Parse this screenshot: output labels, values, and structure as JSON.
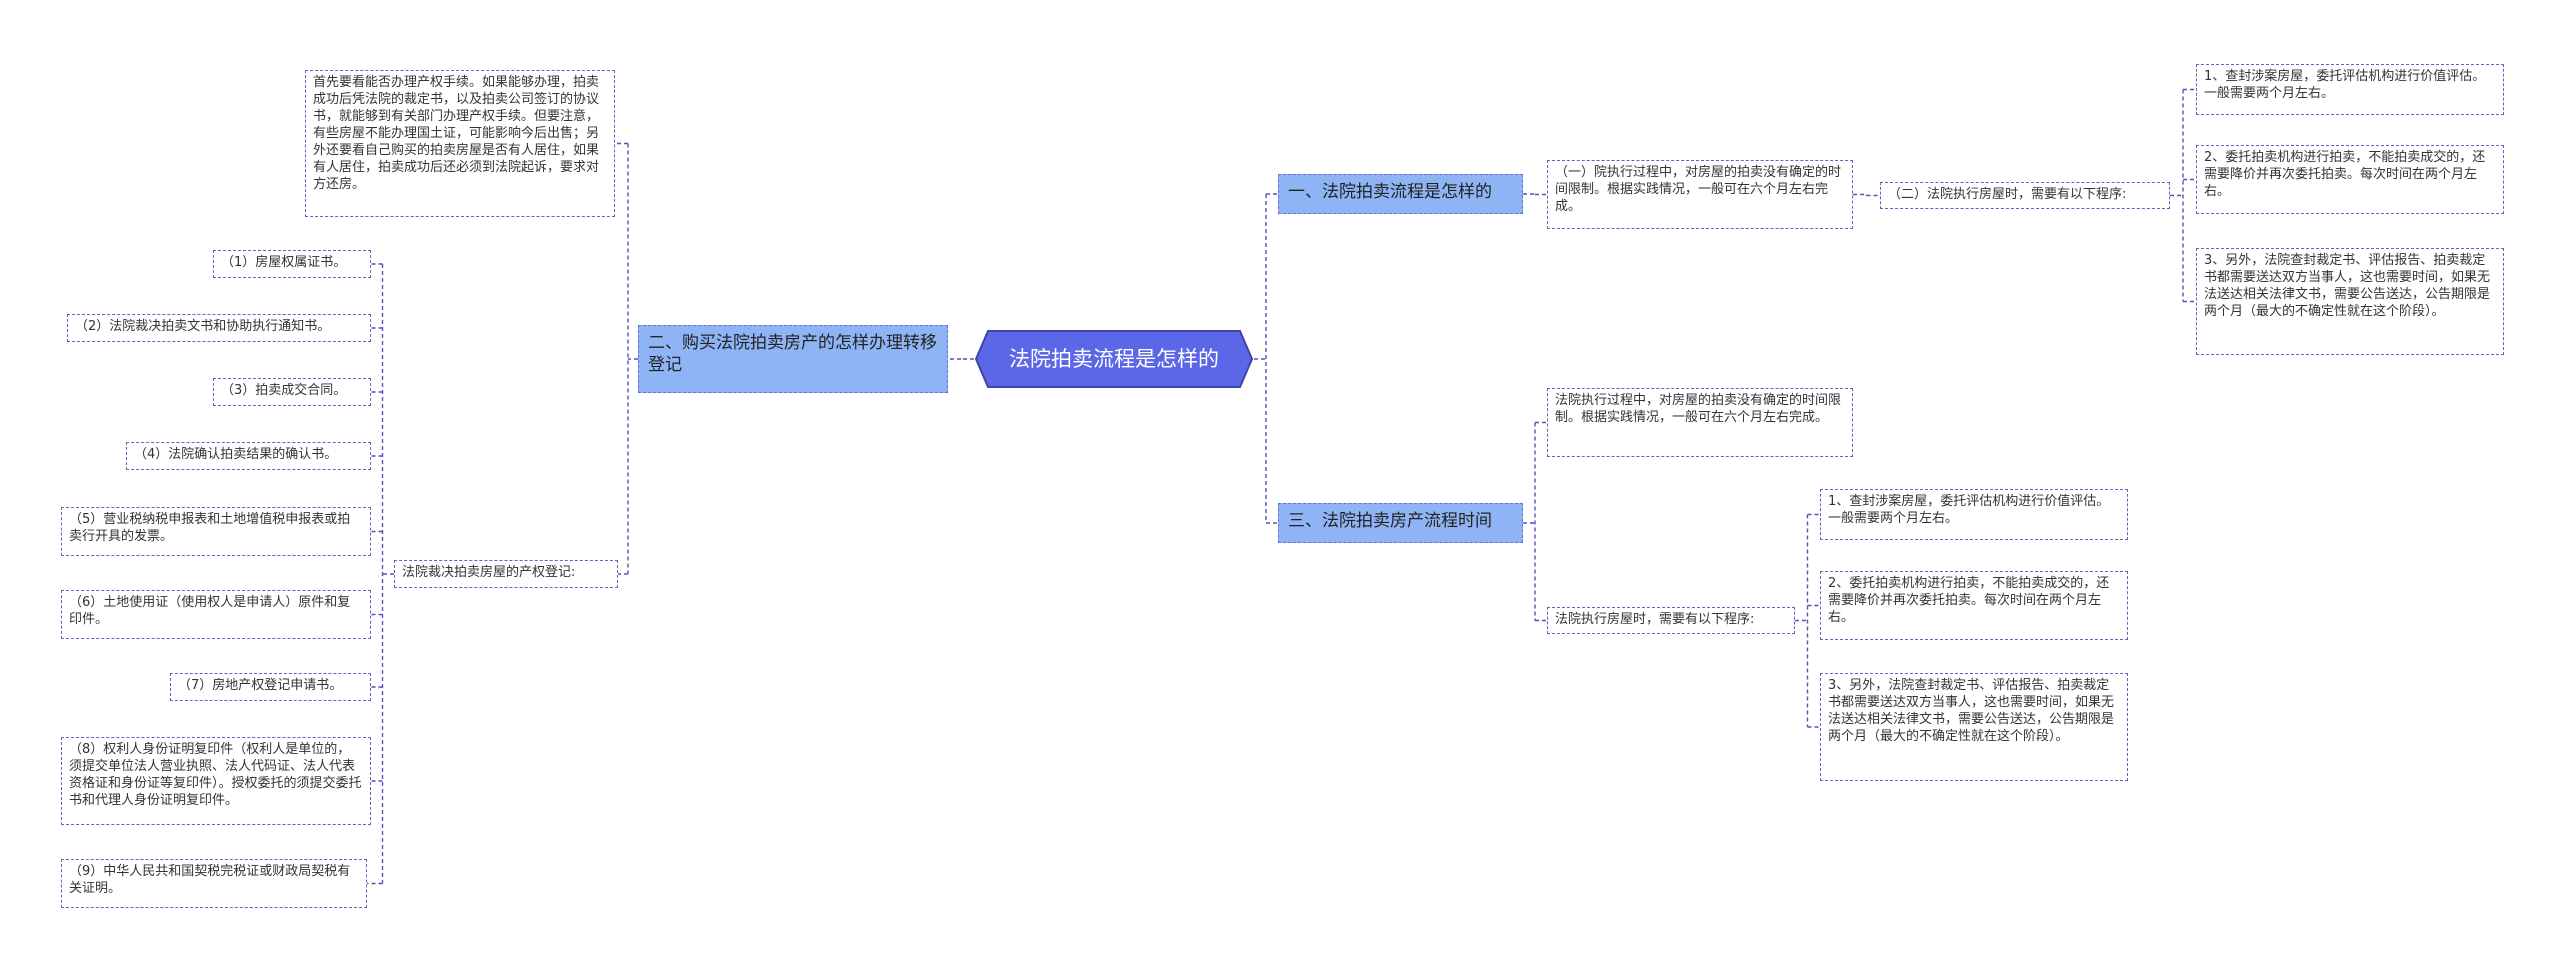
{
  "colors": {
    "root_fill": "#5b67e6",
    "root_stroke": "#3f45a8",
    "branch_fill": "#8fb4f6",
    "line": "#5a4fb8",
    "leaf_border": "#6a5fc1"
  },
  "root": {
    "label": "法院拍卖流程是怎样的"
  },
  "branches": {
    "b1": {
      "label": "一、法院拍卖流程是怎样的",
      "child_a": "（一）院执行过程中，对房屋的拍卖没有确定的时间限制。根据实践情况，一般可在六个月左右完成。",
      "child_b": "（二）法院执行房屋时，需要有以下程序:",
      "steps": [
        "1、查封涉案房屋，委托评估机构进行价值评估。一般需要两个月左右。",
        "2、委托拍卖机构进行拍卖，不能拍卖成交的，还需要降价并再次委托拍卖。每次时间在两个月左右。",
        "3、另外，法院查封裁定书、评估报告、拍卖裁定书都需要送达双方当事人，这也需要时间，如果无法送达相关法律文书，需要公告送达，公告期限是两个月（最大的不确定性就在这个阶段）。"
      ]
    },
    "b2": {
      "label": "二、购买法院拍卖房产的怎样办理转移登记",
      "intro": "首先要看能否办理产权手续。如果能够办理，拍卖成功后凭法院的裁定书，以及拍卖公司签订的协议书，就能够到有关部门办理产权手续。但要注意，有些房屋不能办理国土证，可能影响今后出售；另外还要看自己购买的拍卖房屋是否有人居住，如果有人居住，拍卖成功后还必须到法院起诉，要求对方还房。",
      "docs_label": "法院裁决拍卖房屋的产权登记:",
      "docs": [
        "（1）房屋权属证书。",
        "（2）法院裁决拍卖文书和协助执行通知书。",
        "（3）拍卖成交合同。",
        "（4）法院确认拍卖结果的确认书。",
        "（5）营业税纳税申报表和土地增值税申报表或拍卖行开具的发票。",
        "（6）土地使用证（使用权人是申请人）原件和复印件。",
        "（7）房地产权登记申请书。",
        "（8）权利人身份证明复印件（权利人是单位的，须提交单位法人营业执照、法人代码证、法人代表资格证和身份证等复印件）。授权委托的须提交委托书和代理人身份证明复印件。",
        "（9）中华人民共和国契税完税证或财政局契税有关证明。"
      ]
    },
    "b3": {
      "label": "三、法院拍卖房产流程时间",
      "child_a": "法院执行过程中，对房屋的拍卖没有确定的时间限制。根据实践情况，一般可在六个月左右完成。",
      "child_b": "法院执行房屋时，需要有以下程序:",
      "steps": [
        "1、查封涉案房屋，委托评估机构进行价值评估。一般需要两个月左右。",
        "2、委托拍卖机构进行拍卖，不能拍卖成交的，还需要降价并再次委托拍卖。每次时间在两个月左右。",
        "3、另外，法院查封裁定书、评估报告、拍卖裁定书都需要送达双方当事人，这也需要时间，如果无法送达相关法律文书，需要公告送达，公告期限是两个月（最大的不确定性就在这个阶段）。"
      ]
    }
  }
}
